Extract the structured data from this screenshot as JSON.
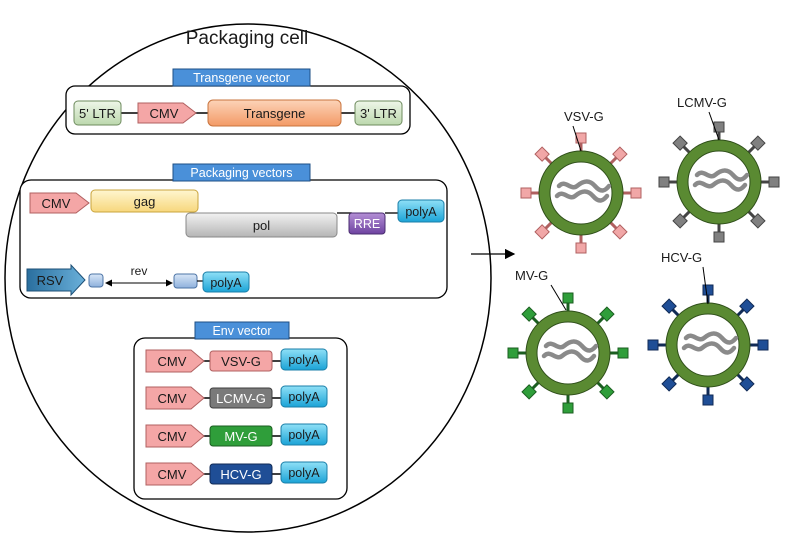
{
  "cell": {
    "title": "Packaging cell"
  },
  "transgene_vector": {
    "header": "Transgene vector",
    "ltr5": "5' LTR",
    "promoter": "CMV",
    "transgene": "Transgene",
    "ltr3": "3' LTR"
  },
  "packaging_vectors": {
    "header": "Packaging vectors",
    "promoter": "CMV",
    "gag": "gag",
    "pol": "pol",
    "rre": "RRE",
    "polya": "polyA",
    "rsv": "RSV",
    "rev": "rev",
    "rev_polya": "polyA"
  },
  "env_vector": {
    "header": "Env vector",
    "rows": [
      {
        "promoter": "CMV",
        "gene": "VSV-G",
        "polya": "polyA"
      },
      {
        "promoter": "CMV",
        "gene": "LCMV-G",
        "polya": "polyA"
      },
      {
        "promoter": "CMV",
        "gene": "MV-G",
        "polya": "polyA"
      },
      {
        "promoter": "CMV",
        "gene": "HCV-G",
        "polya": "polyA"
      }
    ]
  },
  "virions": [
    {
      "label": "VSV-G",
      "spike_color": "#f1a7a7",
      "spike_stroke": "#b06060"
    },
    {
      "label": "LCMV-G",
      "spike_color": "#808080",
      "spike_stroke": "#444444"
    },
    {
      "label": "MV-G",
      "spike_color": "#2f9e3a",
      "spike_stroke": "#1b5e20"
    },
    {
      "label": "HCV-G",
      "spike_color": "#1f4e96",
      "spike_stroke": "#102a55"
    }
  ],
  "colors": {
    "header_fill": "#4a90d9",
    "ltr_fill": "#d9ead3",
    "cmv_fill": "#f4a6a6",
    "transgene_fill": "#f8b38a",
    "gag_fill": "#fbe5a0",
    "pol_fill": "#cfcfcf",
    "rre_fill": "#8e63b5",
    "polya_fill": "#33b4e0",
    "rsv_fill": "#3d84b8",
    "envelope": "#5a8a32",
    "genome": "#8a8a8a"
  }
}
